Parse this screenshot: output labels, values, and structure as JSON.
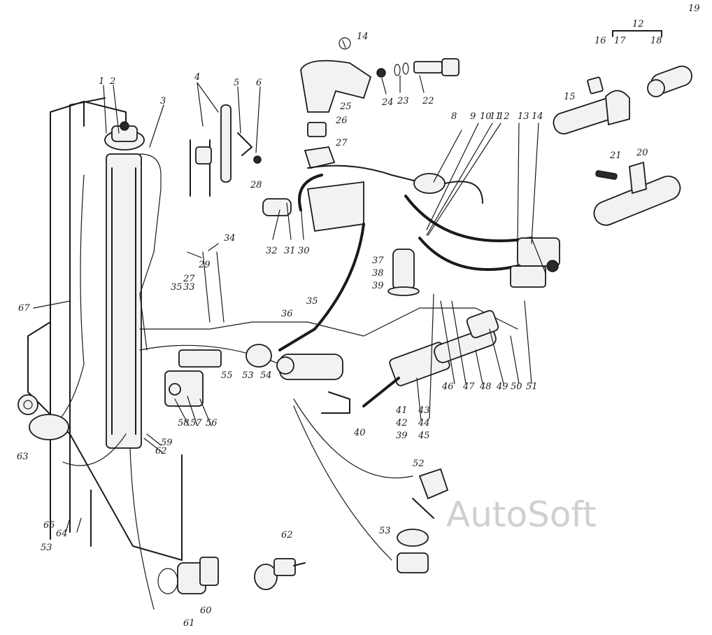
{
  "watermark": "AutoSoft",
  "labels": [
    {
      "id": "l1",
      "text": "1"
    },
    {
      "id": "l2",
      "text": "2"
    },
    {
      "id": "l3",
      "text": "3"
    },
    {
      "id": "l4",
      "text": "4"
    },
    {
      "id": "l5",
      "text": "5"
    },
    {
      "id": "l6",
      "text": "6"
    },
    {
      "id": "l14a",
      "text": "14"
    },
    {
      "id": "l25",
      "text": "25"
    },
    {
      "id": "l24",
      "text": "24"
    },
    {
      "id": "l23",
      "text": "23"
    },
    {
      "id": "l22",
      "text": "22"
    },
    {
      "id": "l26",
      "text": "26"
    },
    {
      "id": "l27a",
      "text": "27"
    },
    {
      "id": "l28",
      "text": "28"
    },
    {
      "id": "l12a",
      "text": "12"
    },
    {
      "id": "l16",
      "text": "16"
    },
    {
      "id": "l17",
      "text": "17"
    },
    {
      "id": "l18",
      "text": "18"
    },
    {
      "id": "l19",
      "text": "19"
    },
    {
      "id": "l15",
      "text": "15"
    },
    {
      "id": "l21",
      "text": "21"
    },
    {
      "id": "l20",
      "text": "20"
    },
    {
      "id": "l8",
      "text": "8"
    },
    {
      "id": "l9",
      "text": "9"
    },
    {
      "id": "l10",
      "text": "10"
    },
    {
      "id": "l11",
      "text": "11"
    },
    {
      "id": "l12b",
      "text": "12"
    },
    {
      "id": "l13",
      "text": "13"
    },
    {
      "id": "l14b",
      "text": "14"
    },
    {
      "id": "l32",
      "text": "32"
    },
    {
      "id": "l31",
      "text": "31"
    },
    {
      "id": "l30",
      "text": "30"
    },
    {
      "id": "l34",
      "text": "34"
    },
    {
      "id": "l29",
      "text": "29"
    },
    {
      "id": "l27b",
      "text": "27"
    },
    {
      "id": "l35a",
      "text": "35"
    },
    {
      "id": "l33",
      "text": "33"
    },
    {
      "id": "l67",
      "text": "67"
    },
    {
      "id": "l37",
      "text": "37"
    },
    {
      "id": "l38a",
      "text": "38"
    },
    {
      "id": "l39a",
      "text": "39"
    },
    {
      "id": "l35b",
      "text": "35"
    },
    {
      "id": "l36",
      "text": "36"
    },
    {
      "id": "l46",
      "text": "46"
    },
    {
      "id": "l47",
      "text": "47"
    },
    {
      "id": "l48",
      "text": "48"
    },
    {
      "id": "l49",
      "text": "49"
    },
    {
      "id": "l50",
      "text": "50"
    },
    {
      "id": "l51",
      "text": "51"
    },
    {
      "id": "l55",
      "text": "55"
    },
    {
      "id": "l53a",
      "text": "53"
    },
    {
      "id": "l54",
      "text": "54"
    },
    {
      "id": "l40",
      "text": "40"
    },
    {
      "id": "l41",
      "text": "41"
    },
    {
      "id": "l42",
      "text": "42"
    },
    {
      "id": "l39b",
      "text": "39"
    },
    {
      "id": "l43",
      "text": "43"
    },
    {
      "id": "l44",
      "text": "44"
    },
    {
      "id": "l45",
      "text": "45"
    },
    {
      "id": "l58",
      "text": "58"
    },
    {
      "id": "l57",
      "text": "57"
    },
    {
      "id": "l56",
      "text": "56"
    },
    {
      "id": "l59",
      "text": "59"
    },
    {
      "id": "l62a",
      "text": "62"
    },
    {
      "id": "l63",
      "text": "63"
    },
    {
      "id": "l65",
      "text": "65"
    },
    {
      "id": "l64",
      "text": "64"
    },
    {
      "id": "l53b",
      "text": "53"
    },
    {
      "id": "l52",
      "text": "52"
    },
    {
      "id": "l53c",
      "text": "53"
    },
    {
      "id": "l62b",
      "text": "62"
    },
    {
      "id": "l60",
      "text": "60"
    },
    {
      "id": "l61",
      "text": "61"
    }
  ]
}
